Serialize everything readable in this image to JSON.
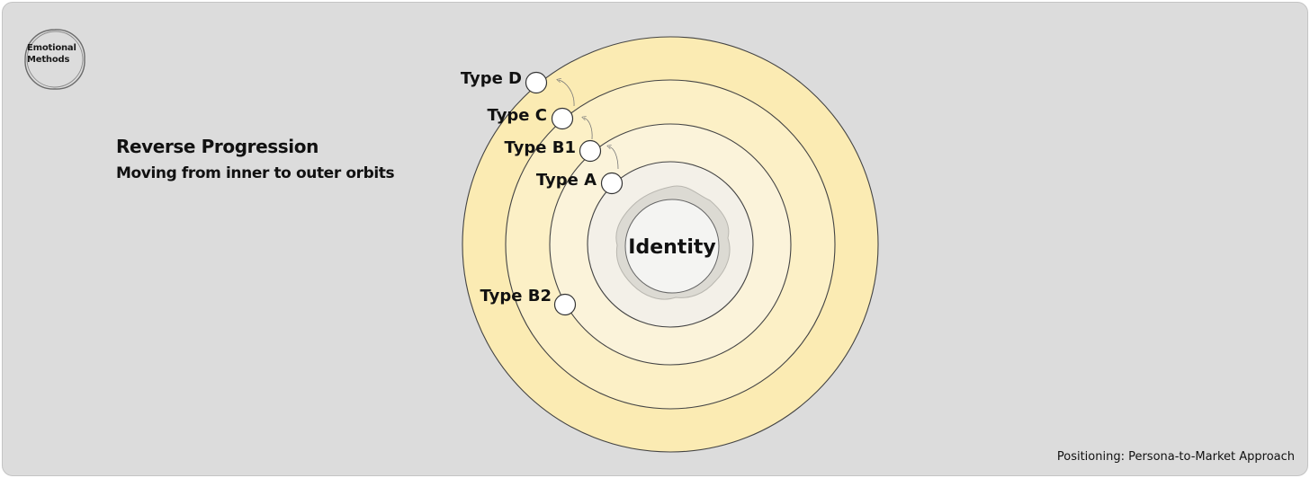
{
  "brand": {
    "logo_line1": "Emotional",
    "logo_line2": "Methods"
  },
  "heading": {
    "title": "Reverse Progression",
    "subtitle": "Moving from inner to outer orbits"
  },
  "diagram": {
    "center_label": "Identity",
    "orbits": [
      {
        "label": "Type A"
      },
      {
        "label": "Type B1"
      },
      {
        "label": "Type C"
      },
      {
        "label": "Type D"
      },
      {
        "label": "Type B2"
      }
    ],
    "colors": {
      "ring_outer": "#fbebb3",
      "ring_3": "#fcf0c6",
      "ring_2": "#fbf3da",
      "ring_1": "#f7f1e0",
      "ring_inner": "#f3f0e8",
      "blob": "#dcdad3"
    }
  },
  "footer": {
    "caption": "Positioning: Persona-to-Market Approach"
  }
}
